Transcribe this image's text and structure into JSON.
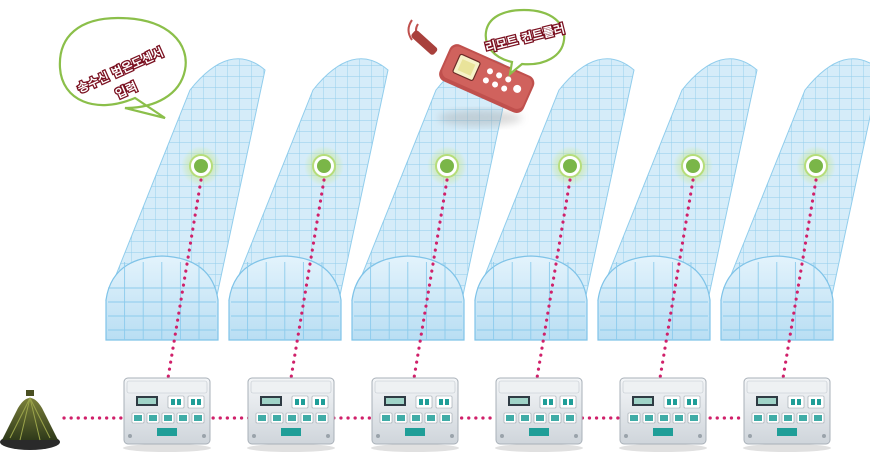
{
  "bubbles": {
    "sensor": {
      "line1": "송수신 범온도센서",
      "line2": "입력"
    },
    "remote": {
      "label": "리모트 컨트롤러"
    }
  },
  "greenhouse_count": 6,
  "controller_count": 6,
  "colors": {
    "greenhouse_fill": "#cfe9f7",
    "greenhouse_grid": "#7fc3e8",
    "sensor_dot": "#7ab648",
    "link_dots": "#d0206a",
    "bubble_border": "#8bbf4a",
    "remote_body": "#c0504d",
    "controller_body": "#e6eaee",
    "controller_accent": "#1f9e98"
  }
}
